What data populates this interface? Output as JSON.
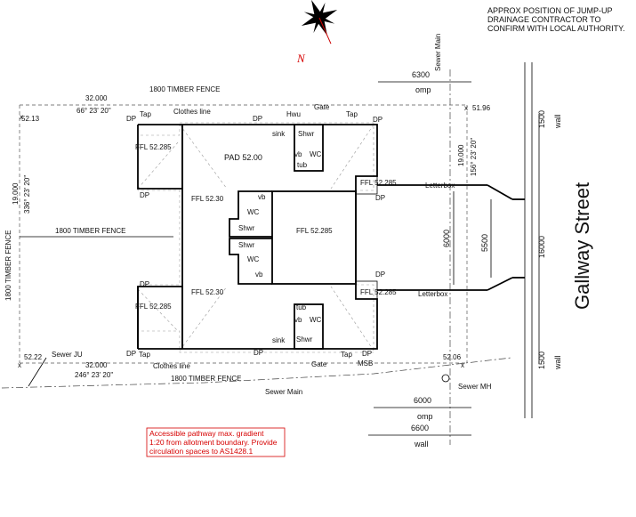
{
  "notes": {
    "jumpup_1": "APPROX POSITION OF JUMP-UP",
    "jumpup_2": "DRAINAGE CONTRACTOR TO",
    "jumpup_3": "CONFIRM WITH LOCAL AUTHORITY.",
    "access_1": "Accessible pathway max. gradient",
    "access_2": "1:20 from allotment boundary. Provide",
    "access_3": "circulation spaces to AS1428.1"
  },
  "north": "N",
  "street": "Gallway Street",
  "services": {
    "sewer_main_top": "Sewer Main",
    "sewer_main_bottom": "Sewer Main",
    "sewer_ju": "Sewer JU",
    "sewer_mh": "Sewer MH"
  },
  "boundary": {
    "top_len": "32.000",
    "top_bearing": "66° 23' 20\"",
    "bottom_len": "32.000",
    "bottom_bearing": "246° 23' 20\"",
    "left_len": "19.000",
    "left_bearing": "336° 23' 20\"",
    "right_len": "19.000",
    "right_bearing": "156° 23' 20\""
  },
  "levels": {
    "tl": "52.13",
    "tr": "51.96",
    "bl": "52.22",
    "br": "52.06"
  },
  "fences": {
    "top": "1800 TIMBER FENCE",
    "middle": "1800 TIMBER FENCE",
    "left": "1800 TIMBER FENCE",
    "bottom": "1800 TIMBER FENCE"
  },
  "dims": {
    "omp_top_val": "6300",
    "omp_top_lbl": "omp",
    "omp_bot_val": "6000",
    "omp_bot_lbl": "omp",
    "wall_bot_val": "6600",
    "wall_bot_lbl": "wall",
    "d6000": "6000",
    "d5500": "5500",
    "d16000": "16000",
    "wall_top_val": "1500",
    "wall_top_lbl": "wall",
    "wall_b_val": "1500",
    "wall_b_lbl": "wall"
  },
  "labels": {
    "pad": "PAD 52.00",
    "ffl_52285": "FFL 52.285",
    "ffl_5230": "FFL 52.30",
    "dp": "DP",
    "tap": "Tap",
    "gate": "Gate",
    "hwu": "Hwu",
    "clothes_line": "Clothes line",
    "sink": "sink",
    "shwr": "Shwr",
    "vb": "vb",
    "wc": "WC",
    "tub": "tub",
    "letterbox": "Letterbox",
    "msb": "MSB"
  }
}
